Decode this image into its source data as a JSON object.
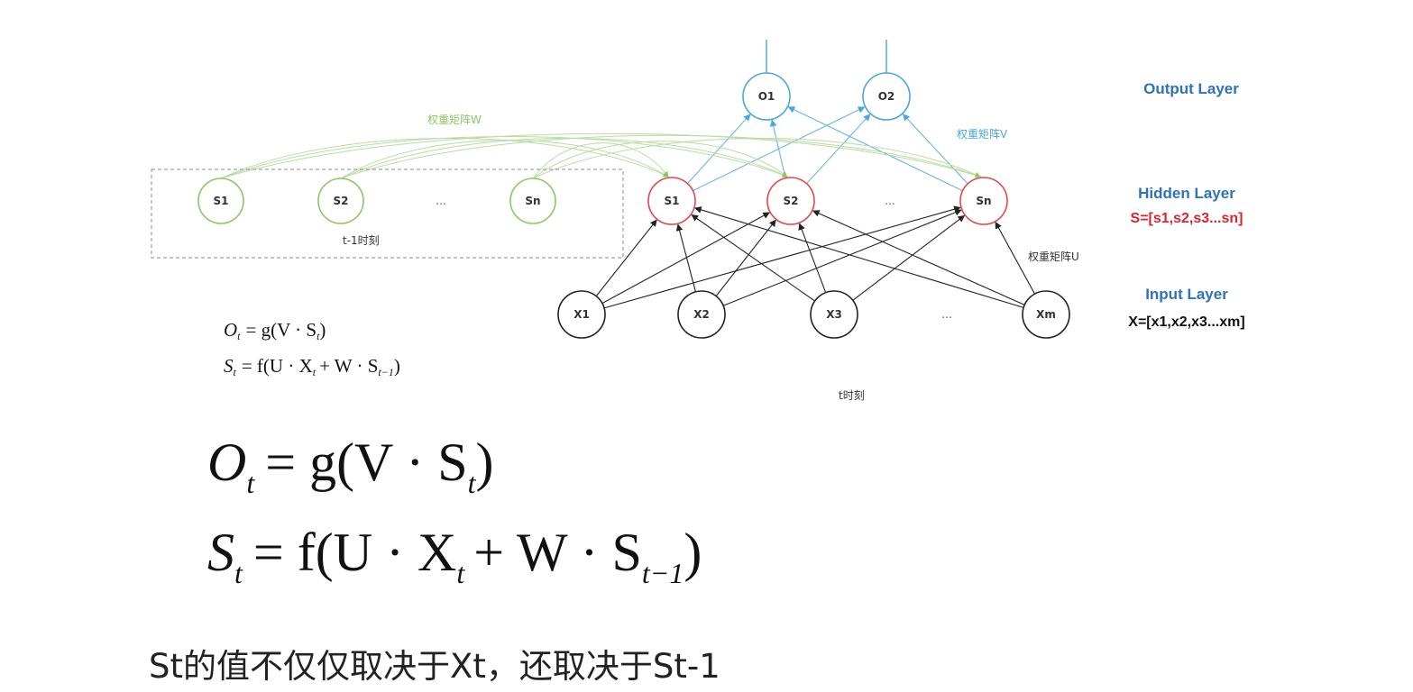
{
  "diagram": {
    "layers": {
      "output_title": "Output Layer",
      "hidden_title": "Hidden Layer",
      "hidden_vector": "S=[s1,s2,s3...sn]",
      "input_title": "Input Layer",
      "input_vector": "X=[x1,x2,x3...xm]"
    },
    "prev_nodes": [
      "S1",
      "S2",
      "Sn"
    ],
    "hidden_nodes": [
      "S1",
      "S2",
      "Sn"
    ],
    "output_nodes": [
      "O1",
      "O2"
    ],
    "input_nodes": [
      "X1",
      "X2",
      "X3",
      "Xm"
    ],
    "ellipsis": "...",
    "labels": {
      "weight_w": "权重矩阵W",
      "weight_v": "权重矩阵V",
      "weight_u": "权重矩阵U",
      "time_prev": "t-1时刻",
      "time_current": "t时刻"
    },
    "colors": {
      "prev": "#8cc665",
      "hidden": "#e04848",
      "output": "#4aa6de",
      "input": "#222222",
      "w_arrow": "#b9dca3",
      "v_arrow": "#6ab4e4",
      "u_arrow": "#222222"
    }
  },
  "formulas": {
    "output": {
      "lhs": "O",
      "lhs_sub": "t",
      "rhs_a": "= g(V · S",
      "rhs_a_sub": "t",
      "rhs_b": ")"
    },
    "state": {
      "lhs": "S",
      "lhs_sub": "t",
      "p1": "= f(U · X",
      "p1_sub": "t",
      "p2": "+ W · S",
      "p2_sub": "t−1",
      "p3": ")"
    }
  },
  "caption": "St的值不仅仅取决于Xt，还取决于St-1"
}
